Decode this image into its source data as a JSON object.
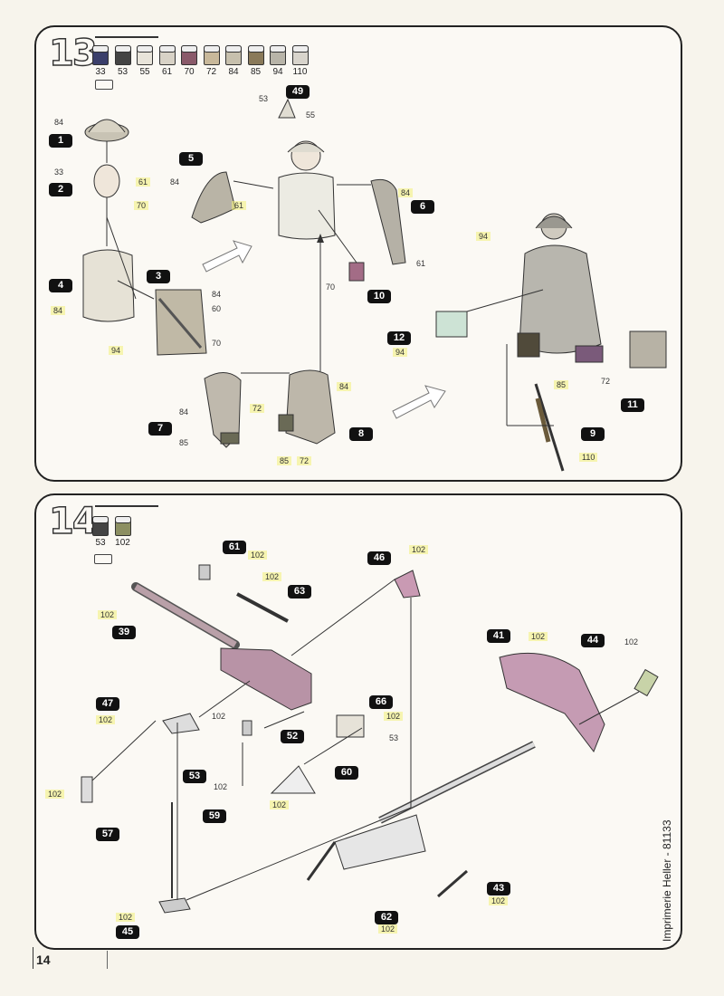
{
  "page": {
    "number": "14",
    "imprint": "Imprimerie Heller - 81133"
  },
  "step13": {
    "step": "13",
    "paints": [
      "33",
      "53",
      "55",
      "61",
      "70",
      "72",
      "84",
      "85",
      "94",
      "110"
    ],
    "paint_colors": [
      "#3b3f6b",
      "#444444",
      "#e8e4da",
      "#d8d2c6",
      "#8a5a6a",
      "#c8b89a",
      "#c7c0ad",
      "#8a7a5a",
      "#b8b4a8",
      "#d8d4cc"
    ],
    "parts": [
      "1",
      "2",
      "3",
      "4",
      "5",
      "6",
      "7",
      "8",
      "9",
      "10",
      "11",
      "12",
      "49"
    ],
    "codes": {
      "p1": "84",
      "p2a": "33",
      "p2b": "61",
      "p2c": "70",
      "p4": "84",
      "p4b": "94",
      "p3a": "84",
      "p3b": "60",
      "p3c": "70",
      "p49a": "53",
      "p49b": "55",
      "p5a": "84",
      "p5b": "61",
      "p6a": "84",
      "p6b": "61",
      "p10": "70",
      "p7a": "84",
      "p7b": "72",
      "p7c": "85",
      "p8a": "84",
      "p8b": "85",
      "p8c": "72",
      "p12": "94",
      "fig": "94",
      "p11": "72",
      "p9a": "85",
      "p9b": "110"
    }
  },
  "step14": {
    "step": "14",
    "paints": [
      "53",
      "102"
    ],
    "paint_colors": [
      "#444444",
      "#8c8f62"
    ],
    "parts": [
      "39",
      "41",
      "43",
      "44",
      "45",
      "46",
      "47",
      "52",
      "53",
      "57",
      "59",
      "60",
      "61",
      "62",
      "63",
      "66"
    ],
    "codes": {
      "p61": "102",
      "p63": "102",
      "p46": "102",
      "p39": "102",
      "p41": "102",
      "p44": "102",
      "p47": "102",
      "p52": "102",
      "p66a": "102",
      "p66b": "53",
      "p53": "102",
      "p57": "102",
      "p60": "102",
      "p45": "102",
      "p43": "102",
      "p62": "102"
    }
  }
}
